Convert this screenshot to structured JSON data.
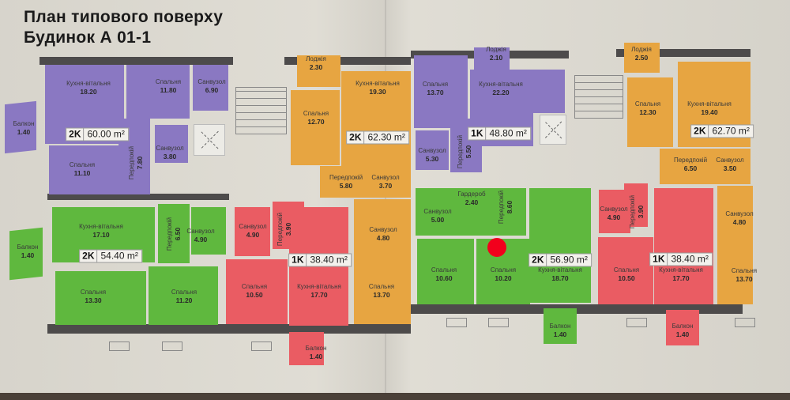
{
  "title": {
    "line1": "План типового поверху",
    "line2": "Будинок А 01-1"
  },
  "colors": {
    "purple": "#8a78c2",
    "orange": "#e7a541",
    "green": "#5fb83e",
    "red": "#ea5c63",
    "wall": "#4d4b4b",
    "marker": "#f2001c"
  },
  "apartments": [
    {
      "id": "apt1",
      "color": "purple",
      "type": "2K",
      "area": "60.00 m²",
      "rooms": [
        {
          "name": "Кухня-вітальня",
          "area": "18.20"
        },
        {
          "name": "Спальня",
          "area": "11.80"
        },
        {
          "name": "Санвузол",
          "area": "6.90"
        },
        {
          "name": "Балкон",
          "area": "1.40"
        },
        {
          "name": "Спальня",
          "area": "11.10"
        },
        {
          "name": "Передпокій",
          "area": "7.80"
        },
        {
          "name": "Санвузол",
          "area": "3.80"
        }
      ]
    },
    {
      "id": "apt2",
      "color": "orange",
      "type": "2K",
      "area": "62.30 m²",
      "rooms": [
        {
          "name": "Лоджія",
          "area": "2.30"
        },
        {
          "name": "Кухня-вітальня",
          "area": "19.30"
        },
        {
          "name": "Спальня",
          "area": "12.70"
        },
        {
          "name": "Передпокій",
          "area": "5.80"
        },
        {
          "name": "Санвузол",
          "area": "3.70"
        },
        {
          "name": "Санвузол",
          "area": "4.80"
        },
        {
          "name": "Спальня",
          "area": "13.70"
        }
      ]
    },
    {
      "id": "apt3",
      "color": "purple",
      "type": "1K",
      "area": "48.80 m²",
      "rooms": [
        {
          "name": "Лоджія",
          "area": "2.10"
        },
        {
          "name": "Спальня",
          "area": "13.70"
        },
        {
          "name": "Кухня-вітальня",
          "area": "22.20"
        },
        {
          "name": "Санвузол",
          "area": "5.30"
        },
        {
          "name": "Передпокій",
          "area": "5.50"
        }
      ]
    },
    {
      "id": "apt4",
      "color": "orange",
      "type": "2K",
      "area": "62.70 m²",
      "rooms": [
        {
          "name": "Лоджія",
          "area": "2.50"
        },
        {
          "name": "Спальня",
          "area": "12.30"
        },
        {
          "name": "Кухня-вітальня",
          "area": "19.40"
        },
        {
          "name": "Передпокій",
          "area": "6.50"
        },
        {
          "name": "Санвузол",
          "area": "3.50"
        },
        {
          "name": "Санвузол",
          "area": "4.80"
        },
        {
          "name": "Спальня",
          "area": "13.70"
        }
      ]
    },
    {
      "id": "apt5",
      "color": "green",
      "type": "2K",
      "area": "54.40 m²",
      "rooms": [
        {
          "name": "Кухня-вітальня",
          "area": "17.10"
        },
        {
          "name": "Передпокій",
          "area": "6.50"
        },
        {
          "name": "Санвузол",
          "area": "4.90"
        },
        {
          "name": "Балкон",
          "area": "1.40"
        },
        {
          "name": "Спальня",
          "area": "13.30"
        },
        {
          "name": "Спальня",
          "area": "11.20"
        }
      ]
    },
    {
      "id": "apt6",
      "color": "red",
      "type": "1K",
      "area": "38.40 m²",
      "rooms": [
        {
          "name": "Санвузол",
          "area": "4.90"
        },
        {
          "name": "Передпокій",
          "area": "3.90"
        },
        {
          "name": "Спальня",
          "area": "10.50"
        },
        {
          "name": "Кухня-вітальня",
          "area": "17.70"
        },
        {
          "name": "Балкон",
          "area": "1.40"
        }
      ]
    },
    {
      "id": "apt7",
      "color": "green",
      "type": "2K",
      "area": "56.90 m²",
      "rooms": [
        {
          "name": "Гардероб",
          "area": "2.40"
        },
        {
          "name": "Санвузол",
          "area": "5.00"
        },
        {
          "name": "Передпокій",
          "area": "8.60"
        },
        {
          "name": "Спальня",
          "area": "10.60"
        },
        {
          "name": "Спальня",
          "area": "10.20"
        },
        {
          "name": "Кухня-вітальня",
          "area": "18.70"
        },
        {
          "name": "Балкон",
          "area": "1.40"
        }
      ]
    },
    {
      "id": "apt8",
      "color": "red",
      "type": "1K",
      "area": "38.40 m²",
      "rooms": [
        {
          "name": "Санвузол",
          "area": "4.90"
        },
        {
          "name": "Передпокій",
          "area": "3.90"
        },
        {
          "name": "Спальня",
          "area": "10.50"
        },
        {
          "name": "Кухня-вітальня",
          "area": "17.70"
        },
        {
          "name": "Балкон",
          "area": "1.40"
        }
      ]
    }
  ]
}
